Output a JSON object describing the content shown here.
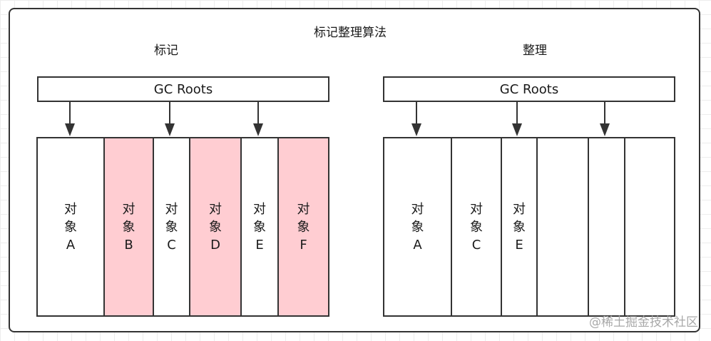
{
  "title": "标记整理算法",
  "left": {
    "label": "标记",
    "roots_label": "GC Roots",
    "objects": [
      {
        "line1": "对",
        "line2": "象",
        "line3": "A",
        "garbage": false
      },
      {
        "line1": "对",
        "line2": "象",
        "line3": "B",
        "garbage": true
      },
      {
        "line1": "对",
        "line2": "象",
        "line3": "C",
        "garbage": false
      },
      {
        "line1": "对",
        "line2": "象",
        "line3": "D",
        "garbage": true
      },
      {
        "line1": "对",
        "line2": "象",
        "line3": "E",
        "garbage": false
      },
      {
        "line1": "对",
        "line2": "象",
        "line3": "F",
        "garbage": true
      }
    ]
  },
  "right": {
    "label": "整理",
    "roots_label": "GC Roots",
    "objects": [
      {
        "line1": "对",
        "line2": "象",
        "line3": "A",
        "garbage": false
      },
      {
        "line1": "对",
        "line2": "象",
        "line3": "C",
        "garbage": false
      },
      {
        "line1": "对",
        "line2": "象",
        "line3": "E",
        "garbage": false
      },
      {
        "line1": "",
        "line2": "",
        "line3": "",
        "garbage": false
      },
      {
        "line1": "",
        "line2": "",
        "line3": "",
        "garbage": false
      },
      {
        "line1": "",
        "line2": "",
        "line3": "",
        "garbage": false
      }
    ]
  },
  "watermark": "@稀土掘金技术社区",
  "colors": {
    "garbage_fill": "#ffcdd2",
    "stroke": "#333333"
  }
}
